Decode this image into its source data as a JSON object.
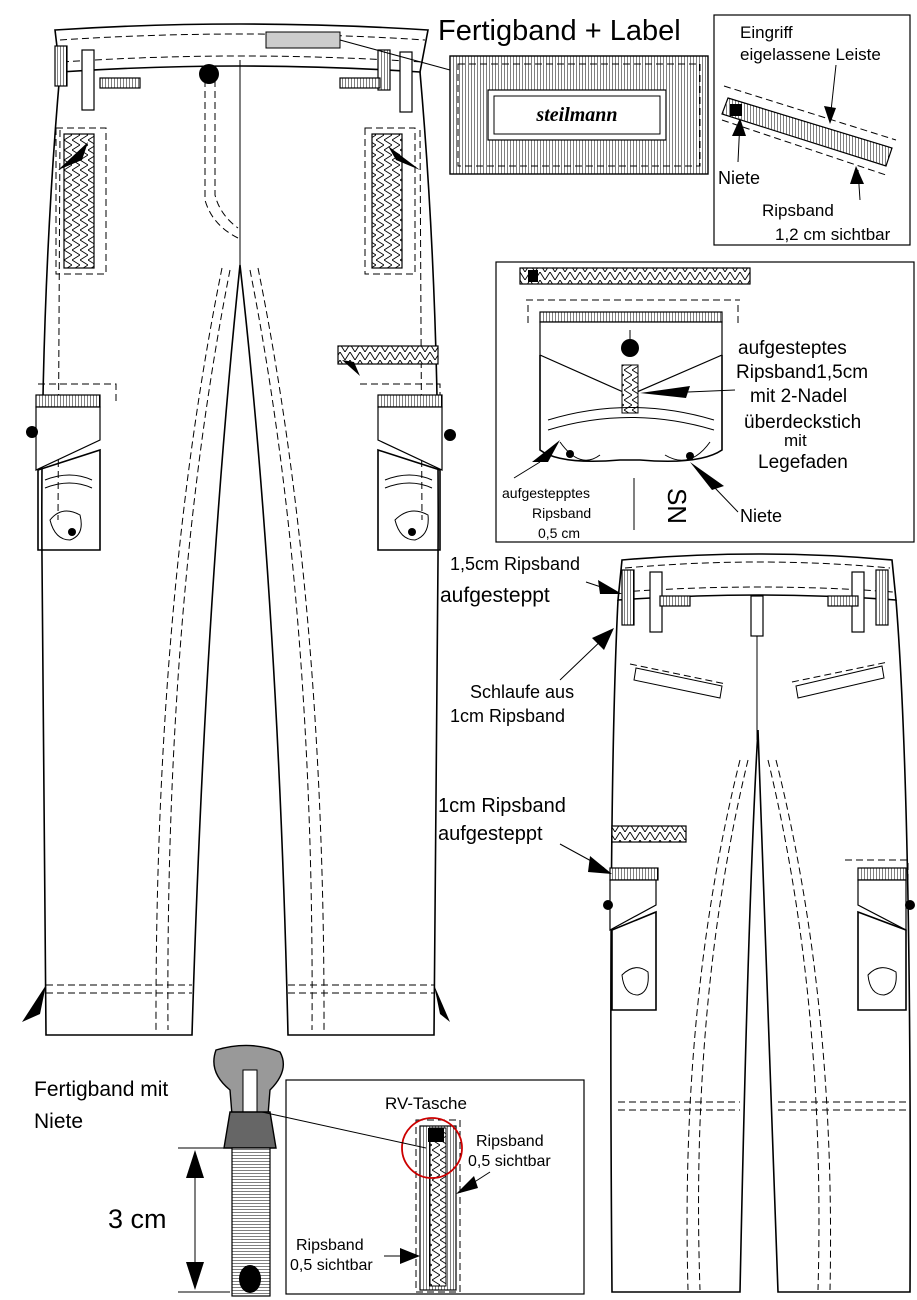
{
  "labels": {
    "fertigband_label": "Fertigband + Label",
    "brand": "steilmann",
    "eingriff": "Eingriff",
    "eingelassene_leiste": "eigelassene Leiste",
    "niete_1": "Niete",
    "ripsband_1": "Ripsband",
    "ripsband_1_visible": "1,2 cm sichtbar",
    "pocket_ann_1": "aufgesteptes",
    "pocket_ann_2": "Ripsband1,5cm",
    "pocket_ann_3": "mit 2-Nadel",
    "pocket_ann_4": "überdeckstich",
    "pocket_ann_5": "mit",
    "pocket_ann_6": "Legefaden",
    "pocket_small_1": "aufgestepptes",
    "pocket_small_2": "Ripsband",
    "pocket_small_3": "0,5 cm",
    "niete_2": "Niete",
    "sn": "SN",
    "back_ann_1a": "1,5cm Ripsband",
    "back_ann_1b": "aufgesteppt",
    "back_ann_2a": "Schlaufe aus",
    "back_ann_2b": "1cm Ripsband",
    "back_ann_3a": "1cm Ripsband",
    "back_ann_3b": "aufgesteppt",
    "fertigband_niete_a": "Fertigband mit",
    "fertigband_niete_b": "Niete",
    "dimension": "3 cm",
    "rv_tasche": "RV-Tasche",
    "rv_ripsband_a": "Ripsband",
    "rv_ripsband_a_vis": "0,5 sichtbar",
    "rv_ripsband_b": "Ripsband",
    "rv_ripsband_b_vis": "0,5 sichtbar"
  }
}
